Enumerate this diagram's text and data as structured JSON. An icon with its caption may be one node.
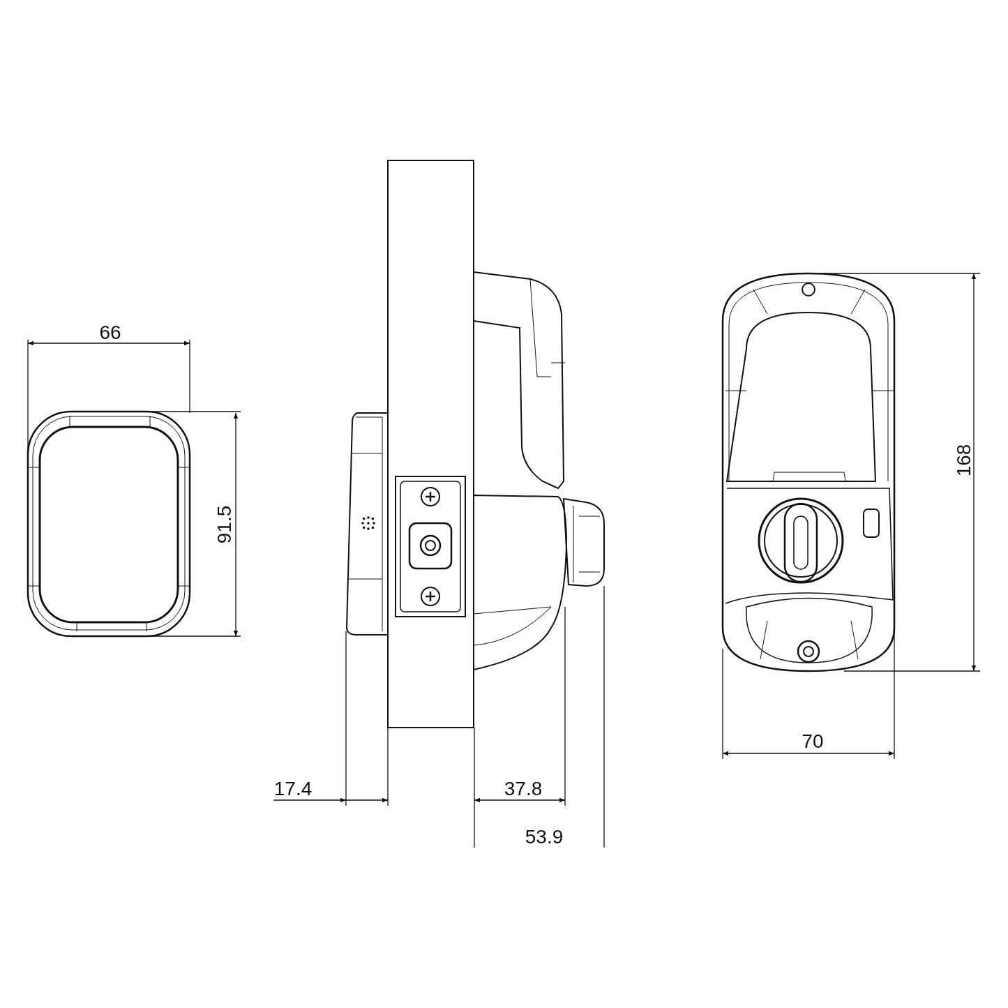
{
  "diagram": {
    "labels": [
      "66",
      "91.5",
      "17.4",
      "37.8",
      "53.9",
      "70",
      "168"
    ]
  }
}
